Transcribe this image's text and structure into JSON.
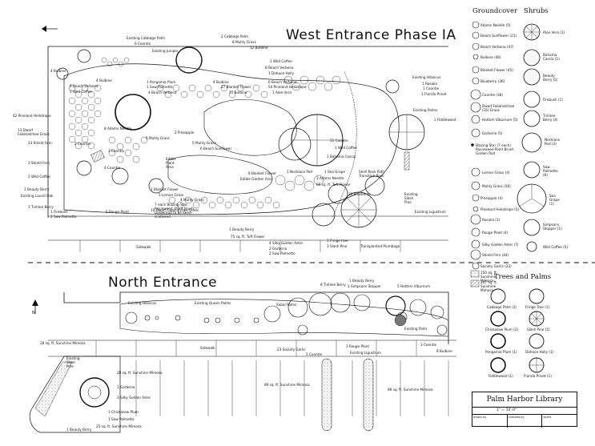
{
  "titles": {
    "west": "West Entrance Phase IA",
    "north": "North Entrance"
  },
  "legend": {
    "groundcover_header": "Groundcover",
    "shrubs_header": "Shrubs",
    "trees_header": "Trees and Palms",
    "groundcover": [
      "Adams Needle (5)",
      "Beach Sunflower (21)",
      "Beach Verbena (47)",
      "Bulbine (46)",
      "Blanket Flower (45)",
      "Blueberry (36)",
      "Coontie (38)",
      "Dwarf Fakahatchee (16) Grass",
      "Hottom Viburnum (5)",
      "Garberia (5)",
      "Blazing Star (7 each) Rosinweed Paint Brush Golden Rod",
      "Lemon Grass (4)",
      "Muhly Grass (58)",
      "Pineapple (4)",
      "Pineland Heliotrope (5)",
      "Rosalia (1)",
      "Rouge Plant (4)",
      "Silky Golden Aster (7)",
      "Shield Fern (44)",
      "Society Garlic (23)",
      "150 sq. ft. Sunshine Mimosa",
      "207 sq. ft. Sunshine Mimosa"
    ],
    "shrubs": [
      "Aloe Vera (1)",
      "Bahama Cassia (1)",
      "Beauty Berry (5)",
      "Firebush (1)",
      "Tinhlee Berry (4)",
      "Necklace Pod (3)",
      "Saw Palmetto (6)",
      "Sea Grape (1)",
      "Simpsons Stopper (1)",
      "Wild Coffee (5)"
    ],
    "trees": [
      "Cabbage Palm (2)",
      "Fringe Tree (1)",
      "Chickasaw Plum (2)",
      "Slash Pine (5)",
      "Pongamia Plum (1)",
      "Dahoon Holly (1)",
      "Fiddlewood (1)",
      "Florida Privet (1)"
    ]
  },
  "labels": {
    "west": [
      "Existing Cabbage Palm",
      "6 Coontie",
      "Existing Juniper",
      "2 Cabbage Palm",
      "8 Muhly Grass",
      "12 Bulbine",
      "4 Bulbine",
      "4 Bulbine",
      "6 Beach Verbena",
      "1 Wild Coffee",
      "1 Pongamia Plum",
      "1 Saw Palmetto",
      "4 Beach Verbena",
      "4 Bulbine",
      "27 Blanket Flower",
      "11 Bulbine",
      "1 Aloe Vera",
      "1 Wild Coffee",
      "8 Beach Verbena",
      "1 Dahoon Holly",
      "6 Beach Verbena",
      "54 Pineland Heliotrope",
      "Existing Hibiscus",
      "1 Rosalia",
      "1 Coontie",
      "1 Florida Privet",
      "Existing Palms",
      "1 Fiddlewood",
      "42 Pineland Heliotrope",
      "13 Dwarf Fakahatchee Grass",
      "23 Shield Fern",
      "8 Adams Needle",
      "2 Pineapple",
      "6 Muhly Grass",
      "2 Coontie",
      "3 Coontie",
      "5 Muhly Grass",
      "6 Beach Sunflower",
      "4 Coontie",
      "11 Coontie",
      "1 Wild Coffee",
      "1 Bahama Cassia",
      "3 Shield Fern",
      "2 Wild Coffee",
      "1 Beauty Berry",
      "Existing Laurel Oak",
      "1 Tinhlee Berry",
      "Edible Plant Area",
      "1 Blanket Flower",
      "5 Lemon Grass",
      "4 Muhly Grass",
      "7 each Blazing Star, Rosinweed, Paint Brush, Goldenrod to be Seed-scattered",
      "8 Blanket Flower",
      "Edible Garden Area",
      "1 Necklace Pod",
      "1 Sea Grape",
      "3 Adams Needle",
      "Shell Rock Path Transition Rock",
      "60 sq. ft. Tuft Flower",
      "26 Blueberry",
      "Existing Slash Pine",
      "Existing Ligustrum",
      "10 Dwarf Fakahatchee Grass",
      "1 Firebush",
      "2 Saw Palmetto",
      "6 Rouge Plant",
      "1 Beauty Berry",
      "75 sq. ft. Tuft Flower",
      "4 Silky Golden Aster",
      "2 Garberia",
      "2 Saw Palmetto",
      "1 Fringe tree",
      "3 Slash Pine",
      "Transplanted Plumbago",
      "Sidewalk"
    ],
    "north": [
      "Existing Hibiscus",
      "Existing Queen Palms",
      "Sabal Palms",
      "8 Tinhlee Berry",
      "1 Beauty Berry",
      "1 Simpsons Stopper",
      "5 Hotters Viburnum",
      "Existing Palm",
      "Sidewalk",
      "23 Society Garlic",
      "2 Coontie",
      "3 Rouge Plant",
      "Existing Ligustrum",
      "3 Coontie",
      "8 Bulbine",
      "28 sq. ft. Sunshine Mimosa",
      "Existing Steel Pole",
      "28 sq. ft. Sunshine Mimosa",
      "1 Garberia",
      "3 Silky Golden Aster",
      "1 Chickasaw Plum",
      "1 Saw Palmetto",
      "1 Beauty Berry",
      "25 sq. ft. Sunshine Mimosa",
      "89 sq. ft. Sunshine Mimosa",
      "89 sq. ft. Sunshine Mimosa"
    ]
  },
  "titleblock": {
    "name": "Palm Harbor Library",
    "scale": "1\" = 10'-0\"",
    "row_labels": [
      "drawn by",
      "checked by",
      "sheet"
    ]
  },
  "north_arrow": "N"
}
